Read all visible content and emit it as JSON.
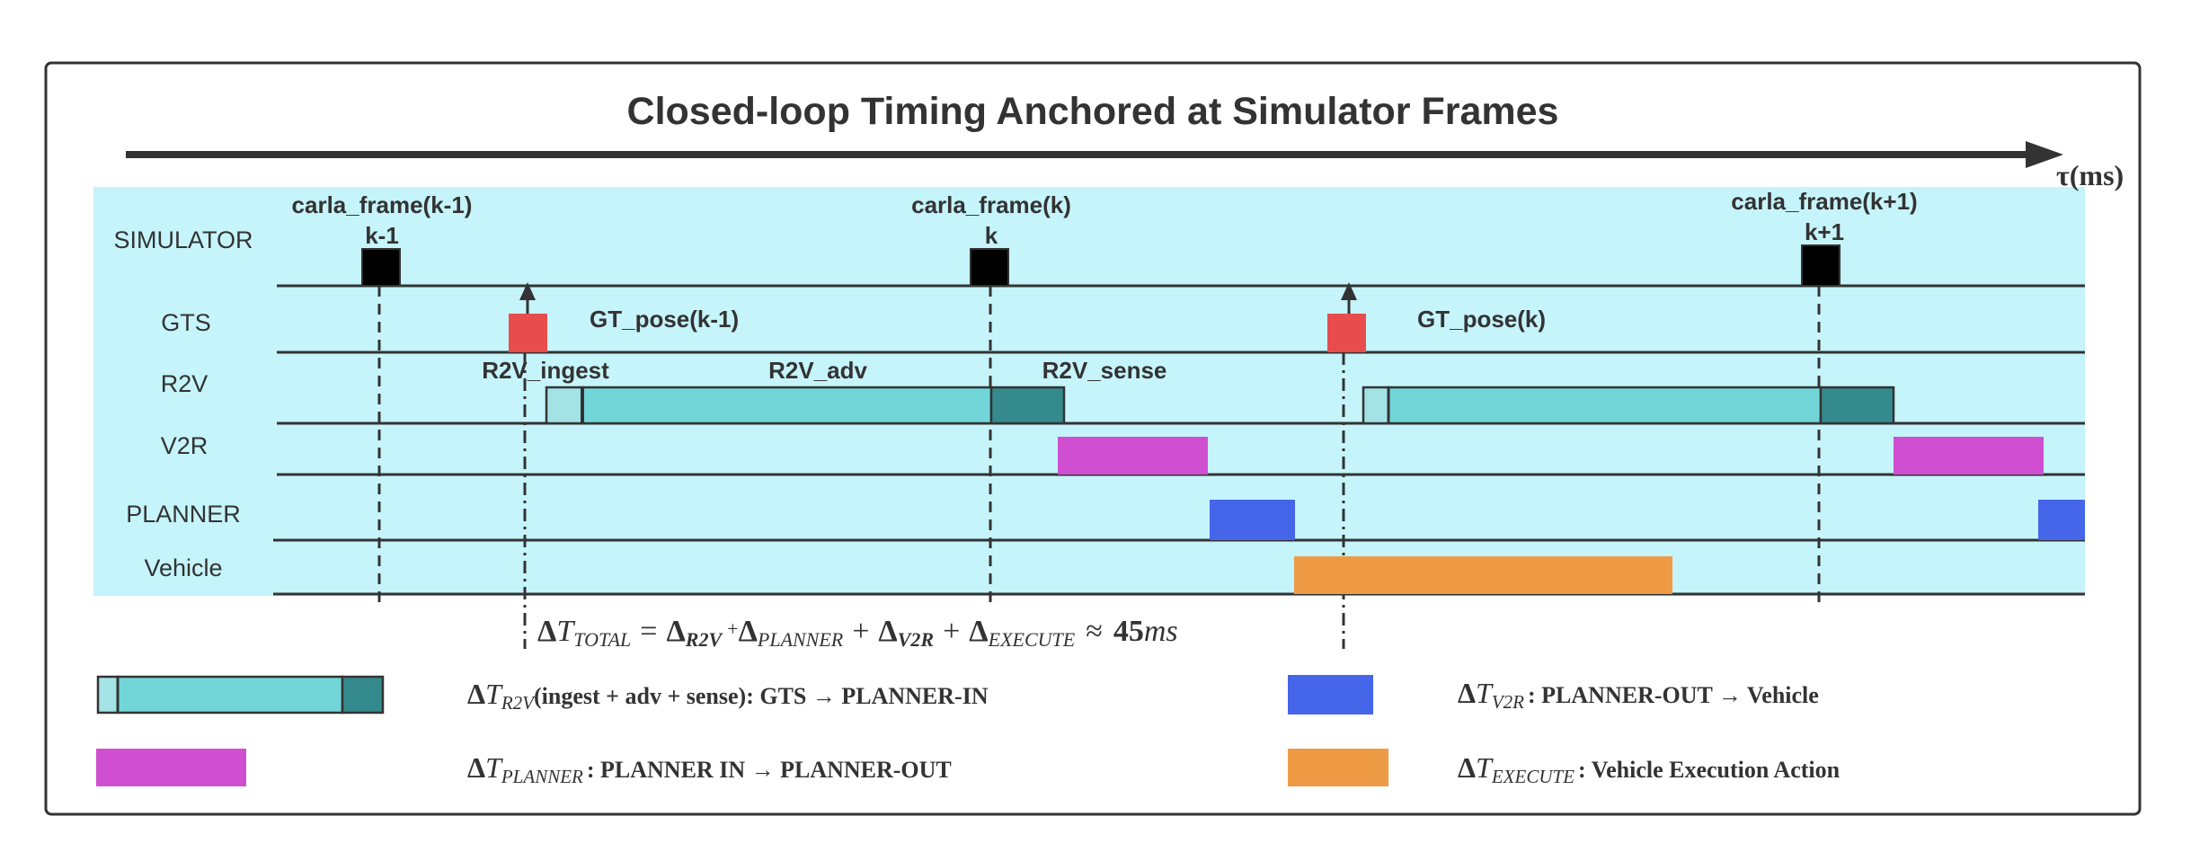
{
  "title": "Closed-loop Timing Anchored at Simulator Frames",
  "time_axis_label": "τ(ms)",
  "lanes": [
    "SIMULATOR",
    "GTS",
    "R2V",
    "V2R",
    "PLANNER",
    "Vehicle"
  ],
  "frames": [
    {
      "name": "carla_frame(k-1)",
      "index": "k-1"
    },
    {
      "name": "carla_frame(k)",
      "index": "k"
    },
    {
      "name": "carla_frame(k+1)",
      "index": "k+1"
    }
  ],
  "gt_labels": [
    "GT_pose(k-1)",
    "GT_pose(k)"
  ],
  "r2v_labels": {
    "ingest": "R2V_ingest",
    "adv": "R2V_adv",
    "sense": "R2V_sense"
  },
  "equation": {
    "delta": "Δ",
    "T": "T",
    "total_sub": "TOTAL",
    "eq": "=",
    "d_r2v": "Δ",
    "r2v_sub": "R2V",
    "plus_small": "+",
    "d_planner": "Δ",
    "planner_sub": "PLANNER",
    "plus1": "+",
    "d_v2r": "Δ",
    "v2r_sub": "V2R",
    "plus2": "+",
    "d_exec": "Δ",
    "exec_sub": "EXECUTE",
    "approx": "≈",
    "value": "45",
    "unit": "ms"
  },
  "legend": [
    {
      "key": "r2v",
      "delta": "Δ",
      "T": "T",
      "sub": "R2V",
      "text": "(ingest + adv + sense): GTS → PLANNER-IN"
    },
    {
      "key": "v2r",
      "delta": "Δ",
      "T": "T",
      "sub": "V2R",
      "text": ": PLANNER-OUT  →  Vehicle"
    },
    {
      "key": "planner",
      "delta": "Δ",
      "T": "T",
      "sub": "PLANNER",
      "text": ": PLANNER IN  →  PLANNER-OUT"
    },
    {
      "key": "execute",
      "delta": "Δ",
      "T": "T",
      "sub": "EXECUTE",
      "text": ": Vehicle Execution Action"
    }
  ],
  "colors": {
    "lane_bg": "#c6f4fb",
    "frame_box": "#000000",
    "gt_box": "#e84c4c",
    "r2v_ingest": "#a3e3e6",
    "r2v_adv": "#72d6d9",
    "r2v_sense": "#348a8c",
    "v2r": "#cf4fd0",
    "planner": "#4566e8",
    "execute": "#ee9a45"
  }
}
